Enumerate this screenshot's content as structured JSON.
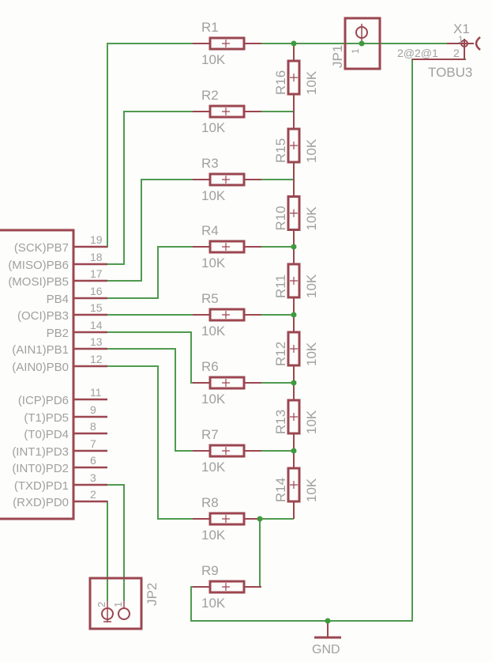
{
  "colors": {
    "background": "#fdfdfb",
    "wire": "#4f9a4f",
    "component": "#9b4650",
    "label": "#a0a0a0",
    "junction": "#3f9a3f"
  },
  "horizontal_resistors": [
    {
      "name": "R1",
      "value": "10K"
    },
    {
      "name": "R2",
      "value": "10K"
    },
    {
      "name": "R3",
      "value": "10K"
    },
    {
      "name": "R4",
      "value": "10K"
    },
    {
      "name": "R5",
      "value": "10K"
    },
    {
      "name": "R6",
      "value": "10K"
    },
    {
      "name": "R7",
      "value": "10K"
    },
    {
      "name": "R8",
      "value": "10K"
    },
    {
      "name": "R9",
      "value": "10K"
    }
  ],
  "ladder_resistors": [
    {
      "name": "R16",
      "value": "10K"
    },
    {
      "name": "R15",
      "value": "10K"
    },
    {
      "name": "R10",
      "value": "10K"
    },
    {
      "name": "R11",
      "value": "10K"
    },
    {
      "name": "R12",
      "value": "10K"
    },
    {
      "name": "R13",
      "value": "10K"
    },
    {
      "name": "R14",
      "value": "10K"
    }
  ],
  "ic": {
    "port_b": [
      {
        "label": "(SCK)PB7",
        "pin": "19"
      },
      {
        "label": "(MISO)PB6",
        "pin": "18"
      },
      {
        "label": "(MOSI)PB5",
        "pin": "17"
      },
      {
        "label": "PB4",
        "pin": "16"
      },
      {
        "label": "(OCI)PB3",
        "pin": "15"
      },
      {
        "label": "PB2",
        "pin": "14"
      },
      {
        "label": "(AIN1)PB1",
        "pin": "13"
      },
      {
        "label": "(AIN0)PB0",
        "pin": "12"
      }
    ],
    "port_d": [
      {
        "label": "(ICP)PD6",
        "pin": "11"
      },
      {
        "label": "(T1)PD5",
        "pin": "9"
      },
      {
        "label": "(T0)PD4",
        "pin": "8"
      },
      {
        "label": "(INT1)PD3",
        "pin": "7"
      },
      {
        "label": "(INT0)PD2",
        "pin": "6"
      },
      {
        "label": "(TXD)PD1",
        "pin": "3"
      },
      {
        "label": "(RXD)PD0",
        "pin": "2"
      }
    ]
  },
  "jp1": {
    "name": "JP1",
    "pin": "1"
  },
  "jp2": {
    "name": "JP2",
    "pin1": "1",
    "pin2": "2"
  },
  "x1": {
    "name": "X1",
    "value": "TOBU3",
    "pin1": "1",
    "pin2": "2",
    "pad_text": "2@2@1"
  },
  "gnd": {
    "label": "GND"
  }
}
